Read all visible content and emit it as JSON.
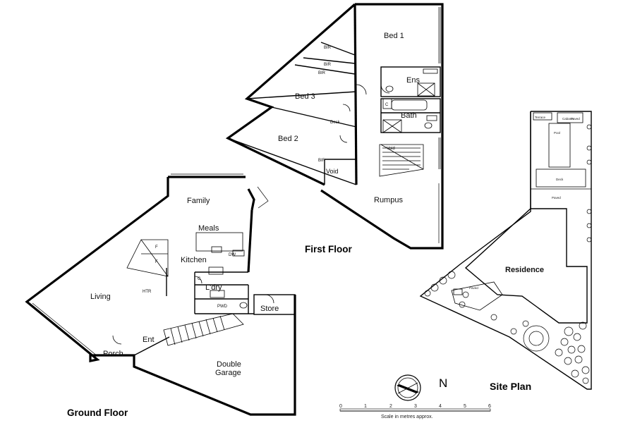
{
  "first_floor": {
    "title": "First Floor",
    "rooms": {
      "bed1": "Bed 1",
      "ens": "Ens",
      "bed3": "Bed 3",
      "bath": "Bath",
      "bed2": "Bed 2",
      "desk": "Desk",
      "void": "Void",
      "void_stair": "Void",
      "rumpus": "Rumpus",
      "bir_1": "BIR",
      "bir_2": "BIR",
      "bir_3": "BIR",
      "bir_4": "BIR",
      "c": "C"
    }
  },
  "ground_floor": {
    "title": "Ground Floor",
    "rooms": {
      "family": "Family",
      "meals": "Meals",
      "kitchen": "Kitchen",
      "living": "Living",
      "htr": "HTR",
      "ldry": "L'dry",
      "c": "C",
      "store": "Store",
      "ent": "Ent",
      "porch": "Porch",
      "garage_1": "Double",
      "garage_2": "Garage",
      "dw": "DW",
      "pwd": "PWD",
      "f1": "F",
      "f2": "F"
    }
  },
  "site_plan": {
    "title": "Site Plan",
    "labels": {
      "residence": "Residence",
      "pool": "Pool",
      "deck": "Deck",
      "paved_top": "Paved",
      "paved_mid": "Paved",
      "paved_front": "Paved",
      "terrace": "Terrace",
      "cabana": "Cabana"
    }
  },
  "scale": {
    "ticks": [
      "0",
      "1",
      "2",
      "3",
      "4",
      "5",
      "6"
    ],
    "caption": "Scale in metres approx."
  },
  "north": {
    "label": "N"
  }
}
